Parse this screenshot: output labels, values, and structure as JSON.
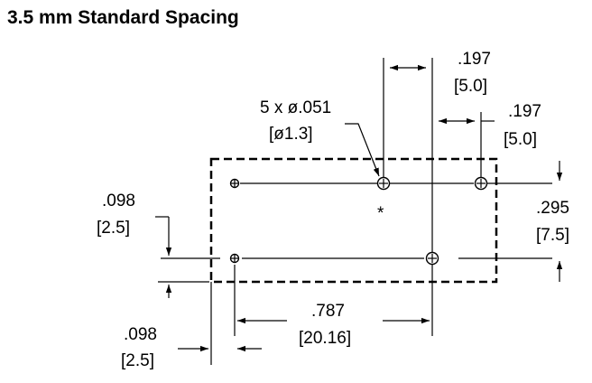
{
  "title": "3.5 mm Standard Spacing",
  "holes_callout": {
    "inch": "5 x ø.051",
    "mm": "[ø1.3]"
  },
  "dim_top_1": {
    "inch": ".197",
    "mm": "[5.0]"
  },
  "dim_top_2": {
    "inch": ".197",
    "mm": "[5.0]"
  },
  "dim_right": {
    "inch": ".295",
    "mm": "[7.5]"
  },
  "dim_left_upper": {
    "inch": ".098",
    "mm": "[2.5]"
  },
  "dim_left_lower": {
    "inch": ".098",
    "mm": "[2.5]"
  },
  "dim_bottom": {
    "inch": ".787",
    "mm": "[20.16]"
  },
  "marker": "*"
}
